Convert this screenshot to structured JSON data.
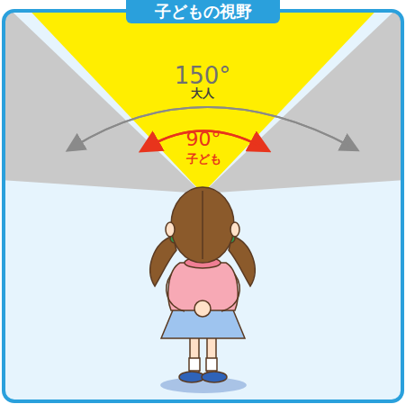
{
  "diagram": {
    "title": "子どもの視野",
    "labels": [
      "150°",
      "大人",
      "90°",
      "子ども"
    ]
  }
}
